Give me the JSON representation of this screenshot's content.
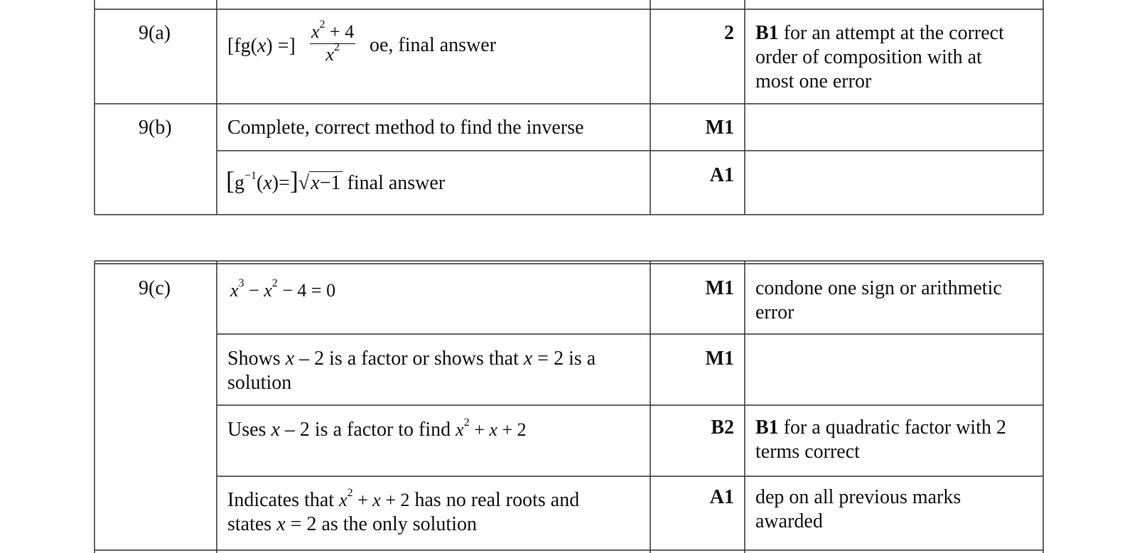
{
  "table_top": {
    "rows": [
      {
        "question": "9(a)",
        "answer_prefix": "[fg(",
        "answer_var": "x",
        "answer_mid": ") =]",
        "frac_num_var": "x",
        "frac_num_exp": "2",
        "frac_num_rest": " + 4",
        "frac_den_var": "x",
        "frac_den_exp": "2",
        "answer_suffix": "oe, final answer",
        "mark": "2",
        "guidance_bold": "B1",
        "guidance_line1": " for an attempt at the correct",
        "guidance_line2": "order of composition with at",
        "guidance_line3": "most one error"
      },
      {
        "question": "9(b)",
        "answer": "Complete, correct method to find the inverse",
        "mark": "M1"
      },
      {
        "answer_g": "g",
        "answer_exp": "−1",
        "answer_paren": "(",
        "answer_var": "x",
        "answer_close": ")=",
        "sqrt_var": "x",
        "sqrt_rest": "−1",
        "answer_suffix": "final answer",
        "mark": "A1"
      }
    ]
  },
  "table_bottom": {
    "rows": [
      {
        "question": "9(c)",
        "eq_v1": "x",
        "eq_e1": "3",
        "eq_mid": " − ",
        "eq_v2": "x",
        "eq_e2": "2",
        "eq_end": " − 4 = 0",
        "mark": "M1",
        "guidance_line1": "condone one sign or arithmetic",
        "guidance_line2": "error"
      },
      {
        "line1_a": "Shows ",
        "line1_v1": "x",
        "line1_b": " – 2 is a factor or shows that ",
        "line1_v2": "x",
        "line1_c": " = 2 is a",
        "line2": "solution",
        "mark": "M1"
      },
      {
        "line_a": "Uses ",
        "line_v1": "x",
        "line_b": " – 2 is a factor to find ",
        "q_v1": "x",
        "q_e1": "2",
        "q_mid": " + ",
        "q_v2": "x",
        "q_end": " + 2",
        "mark": "B2",
        "guidance_bold": "B1",
        "guidance_line1": " for a quadratic factor with 2",
        "guidance_line2": "terms correct"
      },
      {
        "line1_a": "Indicates that ",
        "q_v1": "x",
        "q_e1": "2",
        "q_mid": " + ",
        "q_v2": "x",
        "q_end": " + 2",
        "line1_b": "has no real roots and",
        "line2_a": "states ",
        "line2_v": "x",
        "line2_b": " = 2 as the only solution",
        "mark": "A1",
        "guidance_line1": "dep on all previous marks",
        "guidance_line2": "awarded"
      }
    ]
  }
}
